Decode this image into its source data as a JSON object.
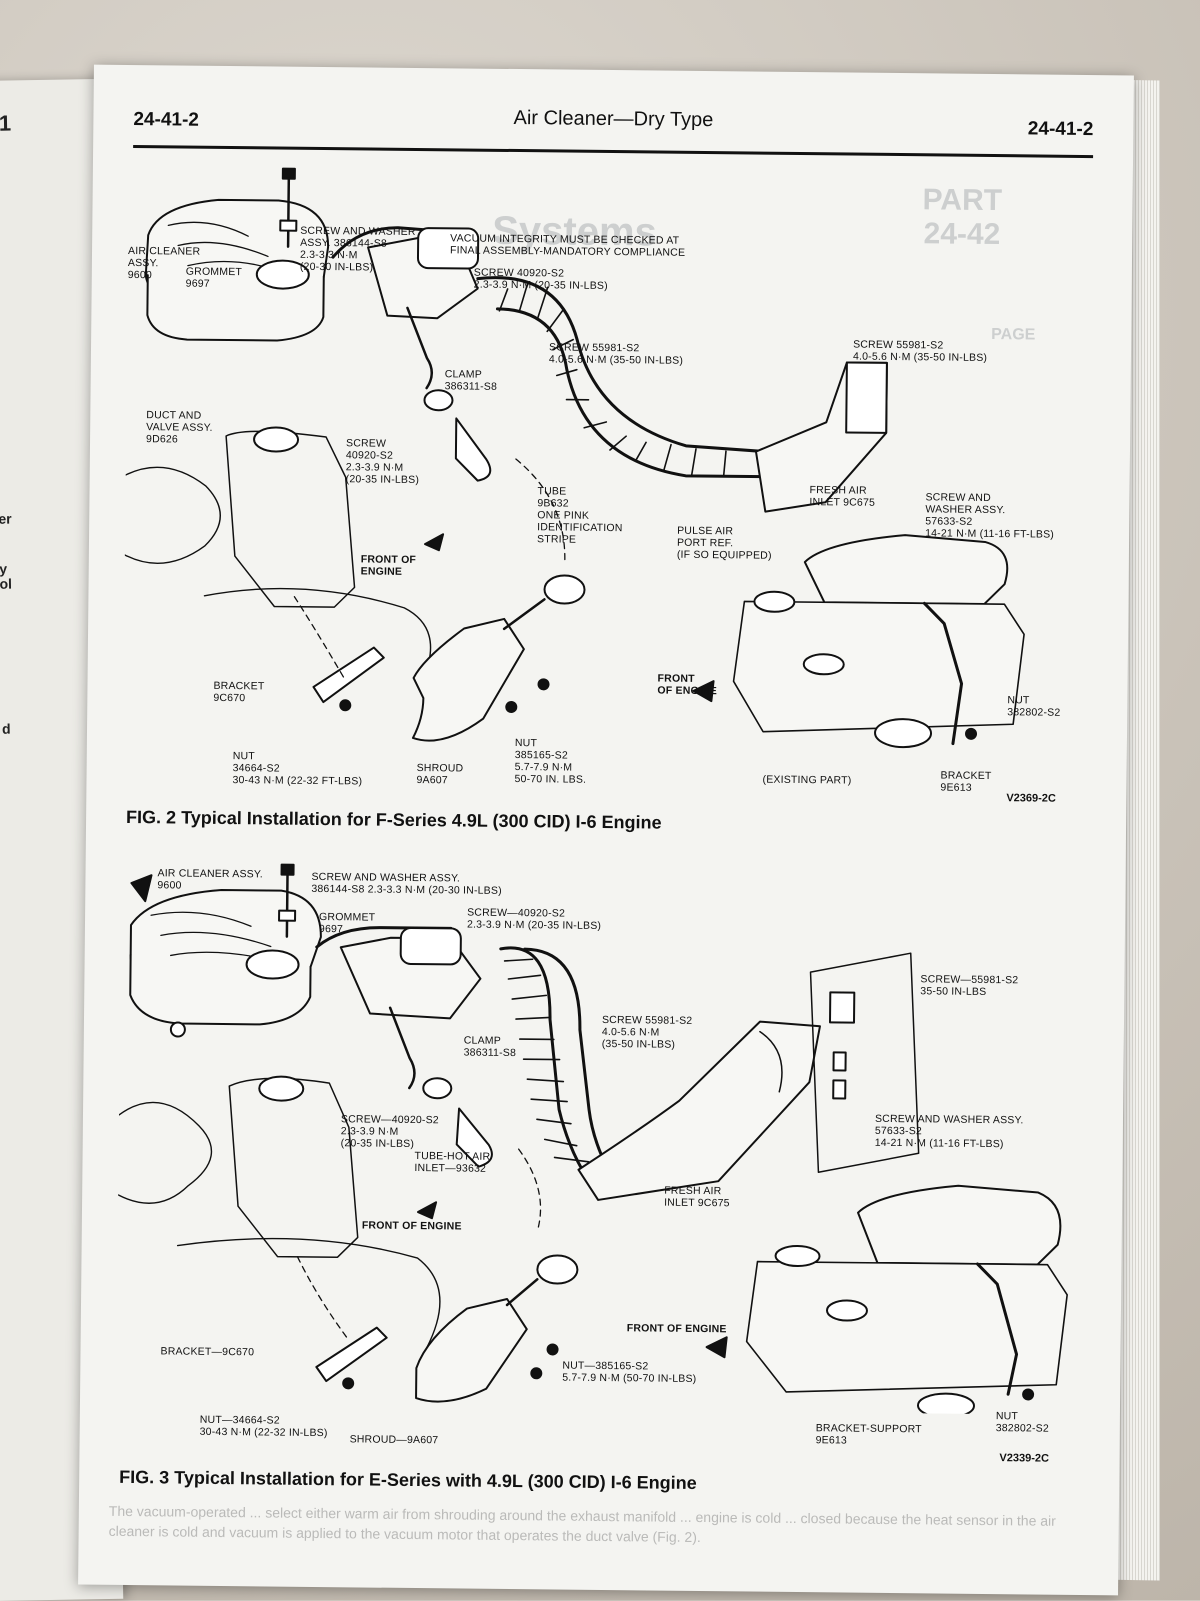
{
  "header": {
    "page_left": "24-41-2",
    "title": "Air Cleaner—Dry Type",
    "page_right": "24-41-2"
  },
  "left_page_fragments": [
    "-1",
    "er",
    "y",
    "ol",
    "d"
  ],
  "ghost_text": {
    "part": "PART\n24-42",
    "page": "PAGE",
    "systems": "Systems"
  },
  "fig2": {
    "caption_num": "FIG. 2",
    "caption": "Typical Installation for F-Series 4.9L (300 CID) I-6 Engine",
    "code": "V2369-2C",
    "labels": {
      "air_cleaner": "AIR CLEANER\nASSY.\n9600",
      "grommet": "GROMMET\n9697",
      "screw_washer": "SCREW AND WASHER\nASSY. 386144-S8\n2.3-3.3 N·m\n(20-30 IN-LBS)",
      "vacuum_note": "VACUUM INTEGRITY MUST BE CHECKED AT\nFINAL ASSEMBLY-MANDATORY COMPLIANCE",
      "screw_40920_top": "SCREW 40920-S2\n2.3-3.9 N·m (20-35 IN-LBS)",
      "screw_55981_mid": "SCREW 55981-S2\n4.0-5.6 N·m (35-50 IN-LBS)",
      "screw_55981_right": "SCREW 55981-S2\n4.0-5.6 N·m (35-50 IN-LBS)",
      "clamp": "CLAMP\n386311-S8",
      "duct_valve": "DUCT AND\nVALVE ASSY.\n9D626",
      "screw_40920_low": "SCREW\n40920-S2\n2.3-3.9 N·m\n(20-35 IN-LBS)",
      "tube": "TUBE\n9B632\nONE PINK\nIDENTIFICATION\nSTRIPE",
      "fresh_air": "FRESH AIR\nINLET 9C675",
      "screw_washer_57633": "SCREW AND\nWASHER ASSY.\n57633-S2\n14-21 N·m (11-16 FT-LBS)",
      "pulse_air": "PULSE AIR\nPORT REF.\n(IF SO EQUIPPED)",
      "front_engine_left": "FRONT OF\nENGINE",
      "front_engine_right": "FRONT\nOF ENGINE",
      "bracket": "BRACKET\n9C670",
      "nut_34664": "NUT\n34664-S2\n30-43 N·m (22-32 FT-LBS)",
      "shroud": "SHROUD\n9A607",
      "nut_385165": "NUT\n385165-S2\n5.7-7.9 N·m\n50-70 IN. LBS.",
      "nut_382802": "NUT\n382802-S2",
      "existing_part": "(EXISTING PART)",
      "bracket_9e613": "BRACKET\n9E613"
    }
  },
  "fig3": {
    "caption_num": "FIG. 3",
    "caption": "Typical Installation for E-Series with 4.9L (300 CID) I-6 Engine",
    "code": "V2339-2C",
    "labels": {
      "air_cleaner": "AIR CLEANER ASSY.\n9600",
      "screw_washer": "SCREW AND WASHER ASSY.\n386144-S8 2.3-3.3 N·m (20-30 IN-LBS)",
      "grommet": "GROMMET\n9697",
      "screw_40920_top": "SCREW—40920-S2\n2.3-3.9 N·m (20-35 IN-LBS)",
      "screw_55981_right": "SCREW—55981-S2\n35-50 IN-LBS",
      "screw_55981_mid": "SCREW 55981-S2\n4.0-5.6 N·m\n(35-50 IN-LBS)",
      "clamp": "CLAMP\n386311-S8",
      "screw_40920_low": "SCREW—40920-S2\n2.3-3.9 N·m\n(20-35 IN-LBS)",
      "tube_hot_air": "TUBE-HOT AIR\nINLET—93632",
      "screw_washer_57633": "SCREW AND WASHER ASSY.\n57633-S2\n14-21 N·m (11-16 FT-LBS)",
      "fresh_air": "FRESH AIR\nINLET 9C675",
      "front_engine_left": "FRONT OF ENGINE",
      "front_engine_right": "FRONT OF ENGINE",
      "bracket": "BRACKET—9C670",
      "nut_385165": "NUT—385165-S2\n5.7-7.9 N·m (50-70 IN-LBS)",
      "nut_34664": "NUT—34664-S2\n30-43 N·m (22-32 IN-LBS)",
      "shroud": "SHROUD—9A607",
      "bracket_support": "BRACKET-SUPPORT\n9E613",
      "nut_382802": "NUT\n382802-S2"
    }
  },
  "bleed_text": "The vacuum-operated ... select either warm air from shrouding around the exhaust manifold ... engine is cold ... closed because the heat sensor in the air cleaner is cold and vacuum is applied to the vacuum motor that operates the duct valve (Fig. 2)."
}
